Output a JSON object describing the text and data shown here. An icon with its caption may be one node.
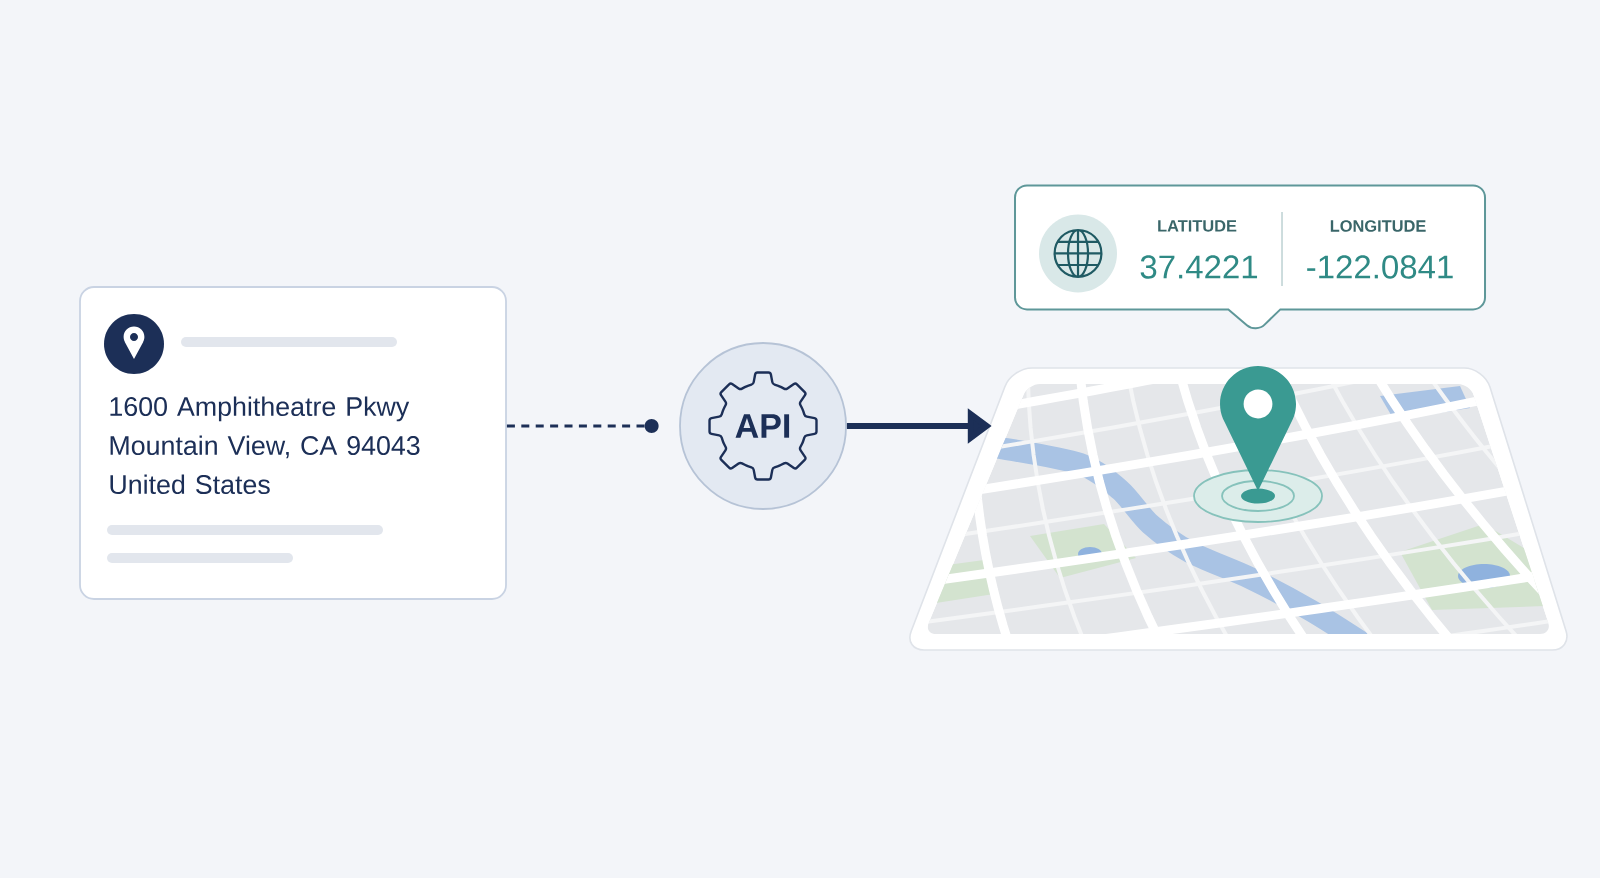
{
  "diagram": {
    "nodes": [
      {
        "text": [
          "1600 Amphitheatre Pkwy Mountain View, CA 94043 United States"
        ]
      },
      {
        "text": [
          "API"
        ]
      },
      {
        "text": [
          "LATITUDE",
          "37.4221",
          "LONGITUDE",
          "-122.0841"
        ]
      },
      {
        "text": [],
        "shape": "picture"
      }
    ],
    "edges": [
      {
        "from": 0,
        "to": 1,
        "arrow": "other",
        "style": "dashed"
      },
      {
        "from": 1,
        "to": 3,
        "arrow": "to",
        "style": "thick"
      }
    ]
  }
}
